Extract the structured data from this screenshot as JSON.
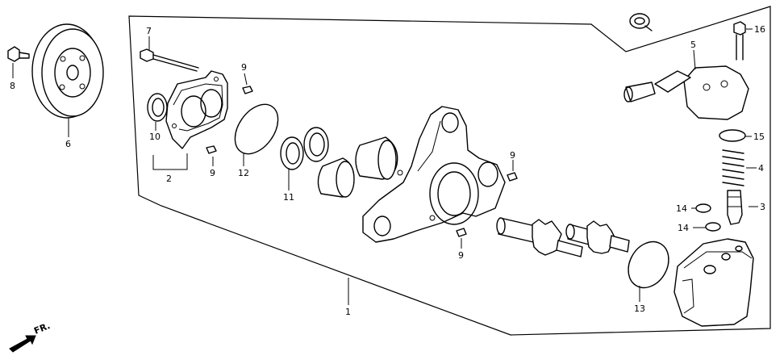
{
  "callouts": {
    "c1": "1",
    "c2": "2",
    "c3": "3",
    "c4": "4",
    "c5": "5",
    "c6": "6",
    "c7": "7",
    "c8": "8",
    "c9a": "9",
    "c9b": "9",
    "c9c": "9",
    "c9d": "9",
    "c10": "10",
    "c11": "11",
    "c12": "12",
    "c13": "13",
    "c14a": "14",
    "c14b": "14",
    "c15": "15",
    "c16": "16"
  },
  "direction": {
    "label": "FR.",
    "icon": "front-arrow-icon"
  }
}
